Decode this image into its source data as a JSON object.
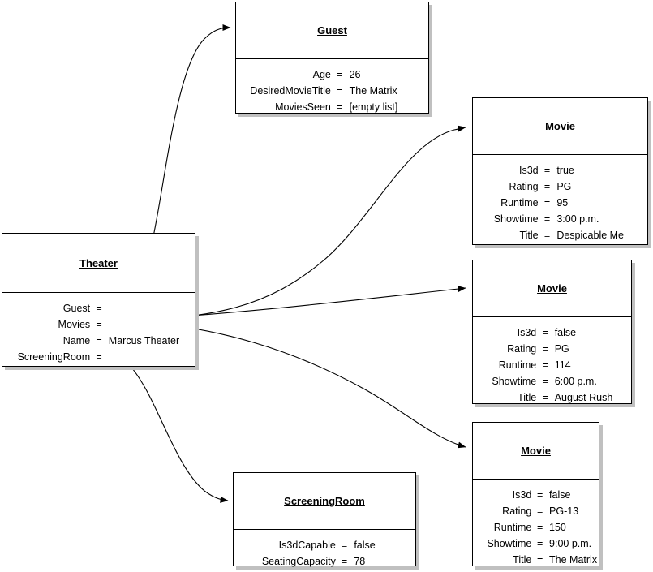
{
  "diagram": {
    "type": "object-diagram",
    "background_color": "#ffffff",
    "line_color": "#000000",
    "shadow_color": "#c0c0c0",
    "objects": [
      {
        "id": "guest",
        "title": "Guest",
        "attributes": [
          {
            "name": "Age",
            "eq": "=",
            "value": "26"
          },
          {
            "name": "DesiredMovieTitle",
            "eq": "=",
            "value": "The Matrix"
          },
          {
            "name": "MoviesSeen",
            "eq": "=",
            "value": "[empty list]"
          }
        ]
      },
      {
        "id": "theater",
        "title": "Theater",
        "attributes": [
          {
            "name": "Guest",
            "eq": "=",
            "value": ""
          },
          {
            "name": "Movies",
            "eq": "=",
            "value": ""
          },
          {
            "name": "Name",
            "eq": "=",
            "value": "Marcus Theater"
          },
          {
            "name": "ScreeningRoom",
            "eq": "=",
            "value": ""
          }
        ]
      },
      {
        "id": "movie1",
        "title": "Movie",
        "attributes": [
          {
            "name": "Is3d",
            "eq": "=",
            "value": "true"
          },
          {
            "name": "Rating",
            "eq": "=",
            "value": "PG"
          },
          {
            "name": "Runtime",
            "eq": "=",
            "value": "95"
          },
          {
            "name": "Showtime",
            "eq": "=",
            "value": "3:00 p.m."
          },
          {
            "name": "Title",
            "eq": "=",
            "value": "Despicable Me"
          }
        ]
      },
      {
        "id": "movie2",
        "title": "Movie",
        "attributes": [
          {
            "name": "Is3d",
            "eq": "=",
            "value": "false"
          },
          {
            "name": "Rating",
            "eq": "=",
            "value": "PG"
          },
          {
            "name": "Runtime",
            "eq": "=",
            "value": "114"
          },
          {
            "name": "Showtime",
            "eq": "=",
            "value": "6:00 p.m."
          },
          {
            "name": "Title",
            "eq": "=",
            "value": "August Rush"
          }
        ]
      },
      {
        "id": "movie3",
        "title": "Movie",
        "attributes": [
          {
            "name": "Is3d",
            "eq": "=",
            "value": "false"
          },
          {
            "name": "Rating",
            "eq": "=",
            "value": "PG-13"
          },
          {
            "name": "Runtime",
            "eq": "=",
            "value": "150"
          },
          {
            "name": "Showtime",
            "eq": "=",
            "value": "9:00 p.m."
          },
          {
            "name": "Title",
            "eq": "=",
            "value": "The Matrix"
          }
        ]
      },
      {
        "id": "screeningroom",
        "title": "ScreeningRoom",
        "attributes": [
          {
            "name": "Is3dCapable",
            "eq": "=",
            "value": "false"
          },
          {
            "name": "SeatingCapacity",
            "eq": "=",
            "value": "78"
          }
        ]
      }
    ],
    "links": [
      {
        "from": "theater.Guest",
        "to": "guest",
        "arrow": "filled-triangle"
      },
      {
        "from": "theater.Movies",
        "to": "movie1",
        "arrow": "filled-triangle"
      },
      {
        "from": "theater.Movies",
        "to": "movie2",
        "arrow": "filled-triangle"
      },
      {
        "from": "theater.Movies",
        "to": "movie3",
        "arrow": "filled-triangle"
      },
      {
        "from": "theater.ScreeningRoom",
        "to": "screeningroom",
        "arrow": "filled-triangle"
      }
    ]
  }
}
